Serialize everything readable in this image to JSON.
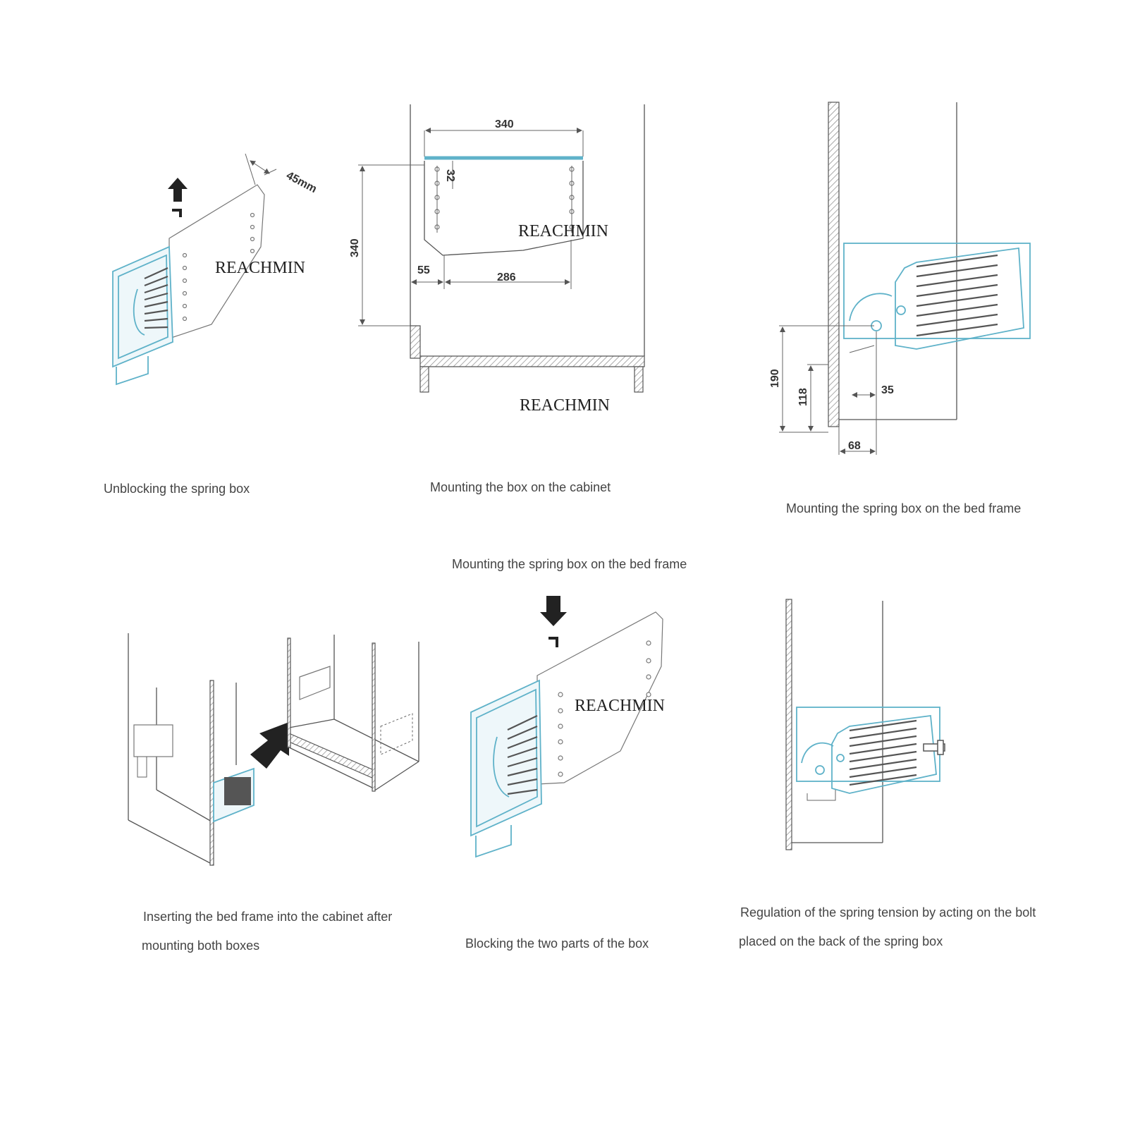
{
  "brand": "REACHMIN",
  "panels": [
    {
      "id": "unblock",
      "caption": [
        "Unblocking the spring box"
      ],
      "dimensions": [
        "45mm"
      ]
    },
    {
      "id": "mount-cabinet",
      "caption": [
        "Mounting the box on the cabinet"
      ],
      "dimensions": [
        "340",
        "32",
        "340",
        "55",
        "286"
      ]
    },
    {
      "id": "mount-bedframe",
      "caption": [
        "Mounting the spring box on the bed frame"
      ],
      "dimensions": [
        "190",
        "118",
        "35",
        "68"
      ]
    },
    {
      "id": "insert",
      "caption": [
        "Inserting the bed frame into the cabinet after",
        "mounting both boxes"
      ]
    },
    {
      "id": "block",
      "title": "Mounting the spring box on the bed frame",
      "caption": [
        "Blocking the two parts of the box"
      ]
    },
    {
      "id": "regulate",
      "caption": [
        "Regulation of the spring tension by acting on the bolt",
        "placed on the back of the spring box"
      ]
    }
  ],
  "colors": {
    "accent_blue": "#5fb2c9",
    "line": "#555555",
    "text": "#444444"
  }
}
